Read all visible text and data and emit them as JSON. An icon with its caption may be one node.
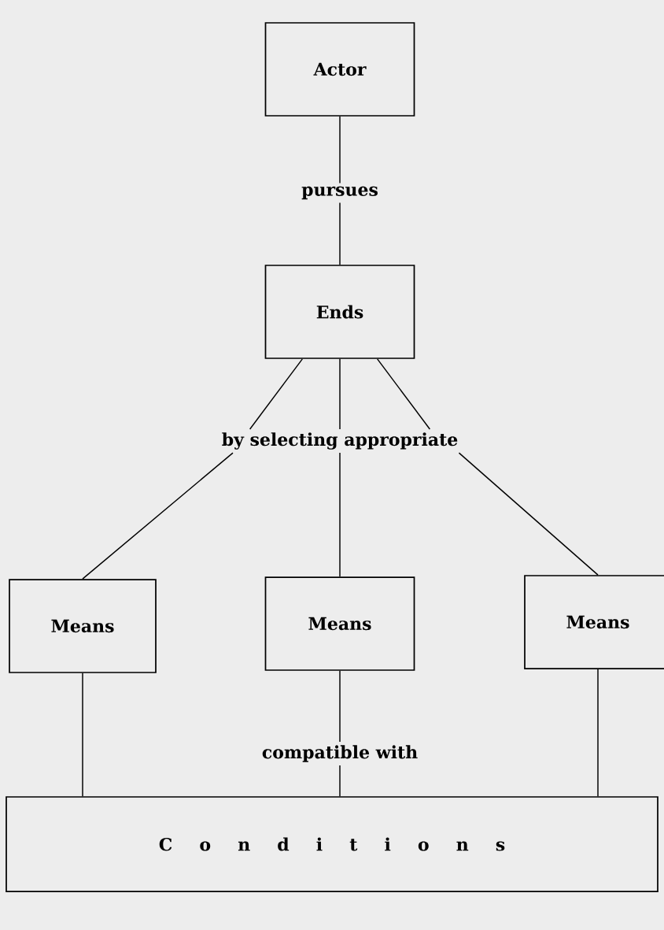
{
  "diagram": {
    "nodes": [
      {
        "text": [
          "Actor"
        ]
      },
      {
        "text": [
          "pursues"
        ]
      },
      {
        "text": [
          "Ends"
        ]
      },
      {
        "text": [
          "by selecting appropriate"
        ]
      },
      {
        "text": [
          "Means"
        ]
      },
      {
        "text": [
          "Means"
        ]
      },
      {
        "text": [
          "Means"
        ]
      },
      {
        "text": [
          "compatible with"
        ]
      },
      {
        "text": [
          "C o n d i t i o n s"
        ]
      }
    ],
    "edges": [
      {
        "from": 0,
        "to": 1,
        "arrow": "none"
      },
      {
        "from": 1,
        "to": 2,
        "arrow": "none"
      },
      {
        "from": 2,
        "to": 3,
        "arrow": "none"
      },
      {
        "from": 2,
        "to": 3,
        "arrow": "none"
      },
      {
        "from": 2,
        "to": 3,
        "arrow": "none"
      },
      {
        "from": 3,
        "to": 4,
        "arrow": "none"
      },
      {
        "from": 3,
        "to": 5,
        "arrow": "none"
      },
      {
        "from": 3,
        "to": 6,
        "arrow": "none"
      },
      {
        "from": 4,
        "to": 8,
        "arrow": "none"
      },
      {
        "from": 5,
        "to": 7,
        "arrow": "none"
      },
      {
        "from": 7,
        "to": 8,
        "arrow": "none"
      },
      {
        "from": 6,
        "to": 8,
        "arrow": "none"
      }
    ]
  }
}
